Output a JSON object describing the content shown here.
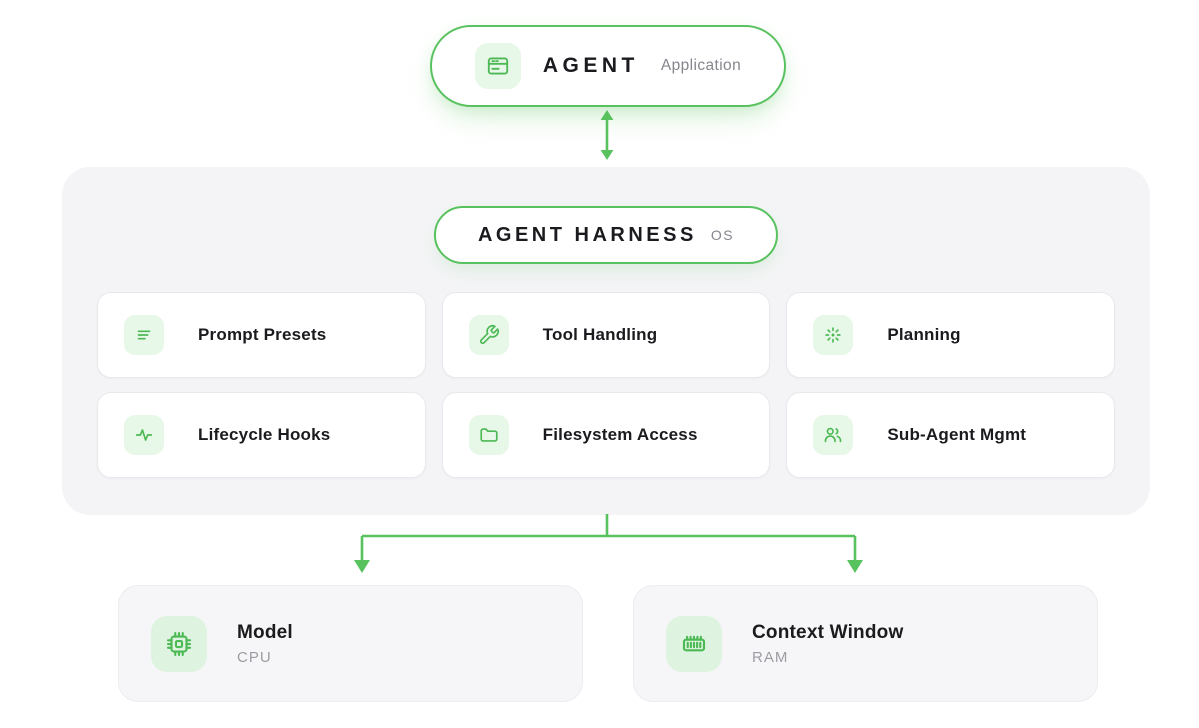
{
  "colors": {
    "accent_green": "#58c25e",
    "icon_green": "#4cb954",
    "icon_bg": "#e7f7e8",
    "panel_bg": "#f4f4f6"
  },
  "app": {
    "title": "AGENT",
    "subtitle": "Application",
    "icon": "app-window-icon"
  },
  "harness": {
    "title": "AGENT HARNESS",
    "subtitle": "OS",
    "features": [
      {
        "label": "Prompt Presets",
        "icon": "text-lines-icon"
      },
      {
        "label": "Tool Handling",
        "icon": "wrench-icon"
      },
      {
        "label": "Planning",
        "icon": "sun-rays-icon"
      },
      {
        "label": "Lifecycle Hooks",
        "icon": "pulse-icon"
      },
      {
        "label": "Filesystem Access",
        "icon": "folder-icon"
      },
      {
        "label": "Sub-Agent Mgmt",
        "icon": "users-icon"
      }
    ]
  },
  "resources": [
    {
      "title": "Model",
      "subtitle": "CPU",
      "icon": "cpu-chip-icon"
    },
    {
      "title": "Context Window",
      "subtitle": "RAM",
      "icon": "memory-ram-icon"
    }
  ]
}
